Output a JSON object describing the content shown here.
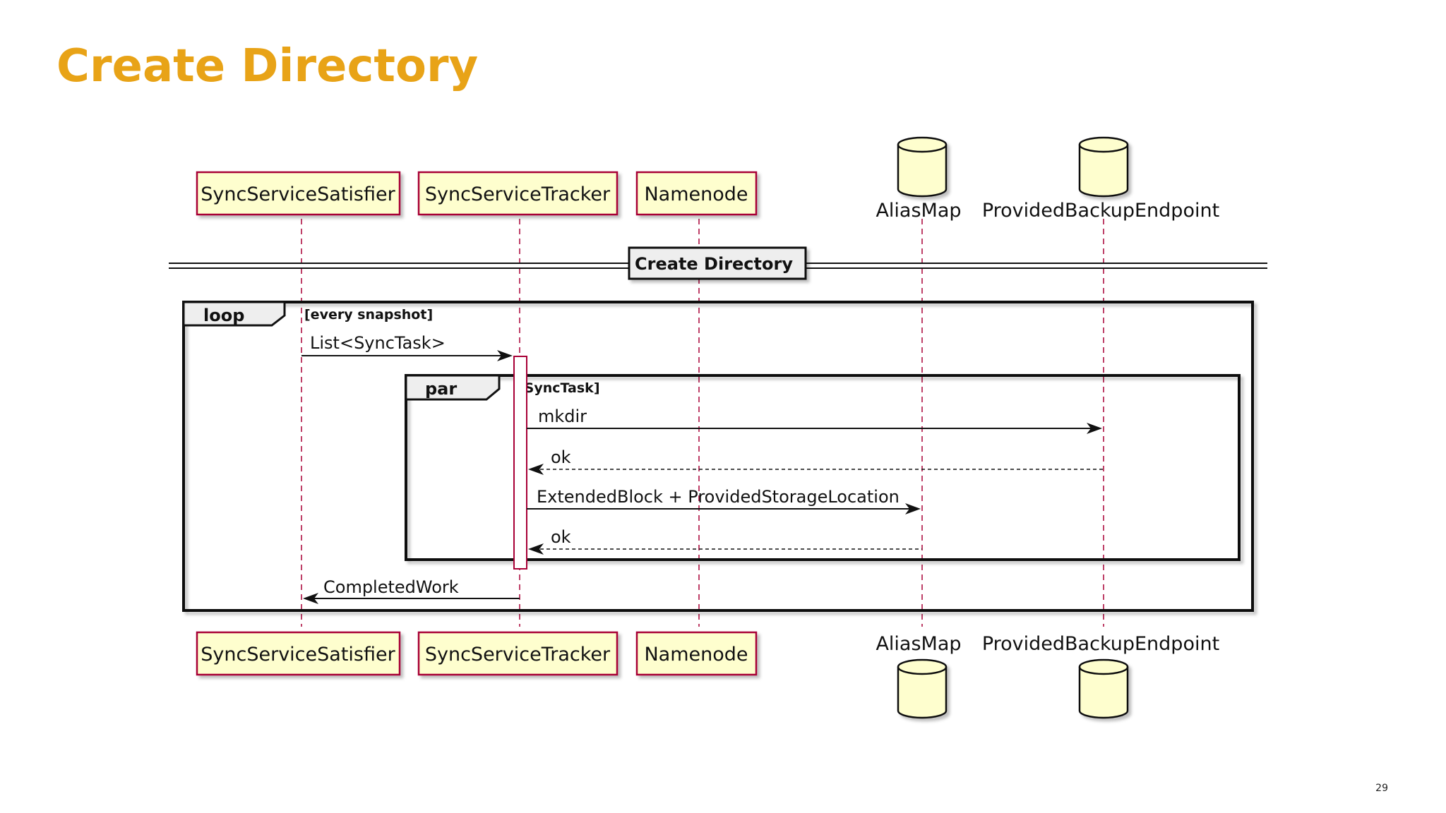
{
  "slide": {
    "title": "Create Directory",
    "page_number": "29"
  },
  "diagram": {
    "participants": [
      {
        "name": "SyncServiceSatisfier",
        "kind": "participant"
      },
      {
        "name": "SyncServiceTracker",
        "kind": "participant"
      },
      {
        "name": "Namenode",
        "kind": "participant"
      },
      {
        "name": "AliasMap",
        "kind": "database"
      },
      {
        "name": "ProvidedBackupEndpoint",
        "kind": "database"
      }
    ],
    "divider": "Create Directory",
    "loop": {
      "tag": "loop",
      "guard": "[every snapshot]"
    },
    "par": {
      "tag": "par",
      "guard": "[SyncTask]"
    },
    "messages": [
      {
        "from": "SyncServiceSatisfier",
        "to": "SyncServiceTracker",
        "label": "List<SyncTask>",
        "style": "solid"
      },
      {
        "from": "SyncServiceTracker",
        "to": "ProvidedBackupEndpoint",
        "label": "mkdir",
        "style": "solid"
      },
      {
        "from": "ProvidedBackupEndpoint",
        "to": "SyncServiceTracker",
        "label": "ok",
        "style": "dashed"
      },
      {
        "from": "SyncServiceTracker",
        "to": "AliasMap",
        "label": "ExtendedBlock + ProvidedStorageLocation",
        "style": "solid"
      },
      {
        "from": "AliasMap",
        "to": "SyncServiceTracker",
        "label": "ok",
        "style": "dashed"
      },
      {
        "from": "SyncServiceTracker",
        "to": "SyncServiceSatisfier",
        "label": "CompletedWork",
        "style": "solid"
      }
    ],
    "colors": {
      "participant_fill": "#FEFECE",
      "participant_border": "#A80036",
      "lifeline": "#A80036",
      "title_accent": "#E8A317",
      "frame_tag_fill": "#EEEEEE"
    }
  }
}
